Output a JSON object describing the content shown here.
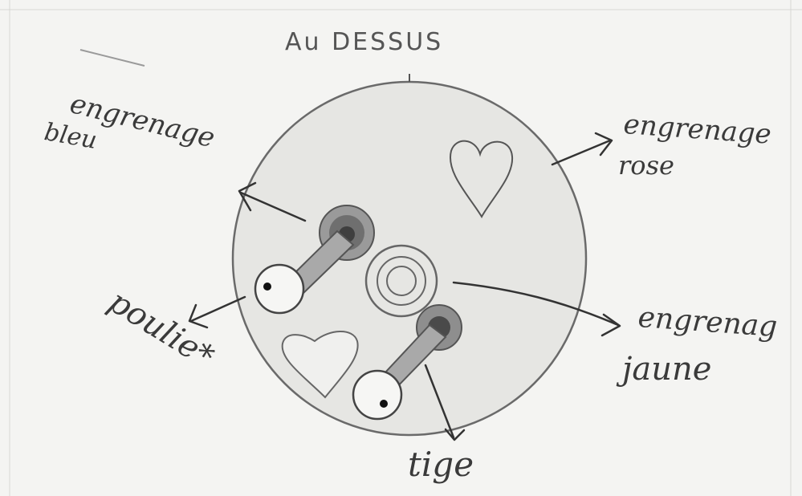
{
  "title": "Au DESSUS",
  "labels": {
    "blue_gear_line1": "engrenage",
    "blue_gear_line2": "bleu",
    "pink_gear_line1": "engrenage",
    "pink_gear_line2": "rose",
    "yellow_gear_line1": "engrenag",
    "yellow_gear_line2": "jaune",
    "pulley": "poulie*",
    "rod": "tige"
  },
  "colors": {
    "paper": "#f4f4f2",
    "pencil": "#3a3a3a",
    "disc_fill": "#e6e6e3",
    "shading": "#8c8c8c"
  }
}
